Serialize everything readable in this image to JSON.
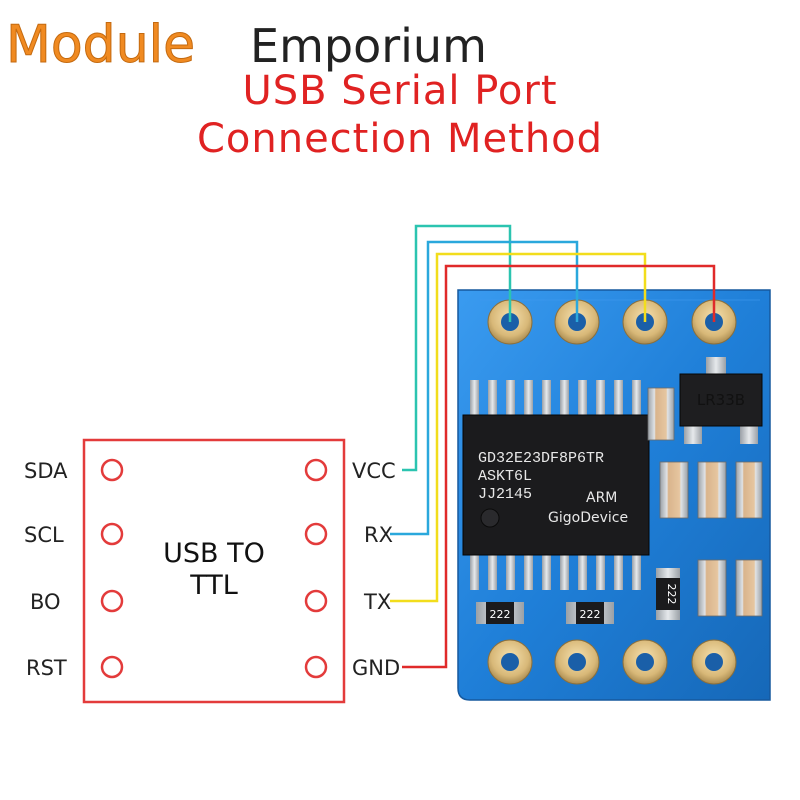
{
  "logo": {
    "part1": "Module",
    "part2": "Emporium"
  },
  "title": {
    "line1": "USB Serial Port",
    "line2": "Connection Method"
  },
  "usb_module": {
    "label_line1": "USB TO",
    "label_line2": "TTL",
    "left_pins": [
      "SDA",
      "SCL",
      "BO",
      "RST"
    ],
    "right_pins": [
      "VCC",
      "RX",
      "TX",
      "GND"
    ]
  },
  "chip": {
    "line1": "GD32E23DF8P6TR",
    "line2": "ASKT6L",
    "line3": "JJ2145",
    "brand1": "ARM",
    "brand2": "GigoDevice"
  },
  "regulator": {
    "text": "LR33B"
  },
  "resistors": [
    "222",
    "222",
    "222"
  ],
  "wires": [
    {
      "name": "VCC",
      "color": "#2bc4b0"
    },
    {
      "name": "RX",
      "color": "#2aa8dc"
    },
    {
      "name": "TX",
      "color": "#f2dd1c"
    },
    {
      "name": "GND",
      "color": "#e02a2a"
    }
  ],
  "colors": {
    "pcb": "#1f7fd8",
    "box_border": "#e33b3b",
    "title": "#e02222",
    "logo_orange": "#f08a21"
  }
}
